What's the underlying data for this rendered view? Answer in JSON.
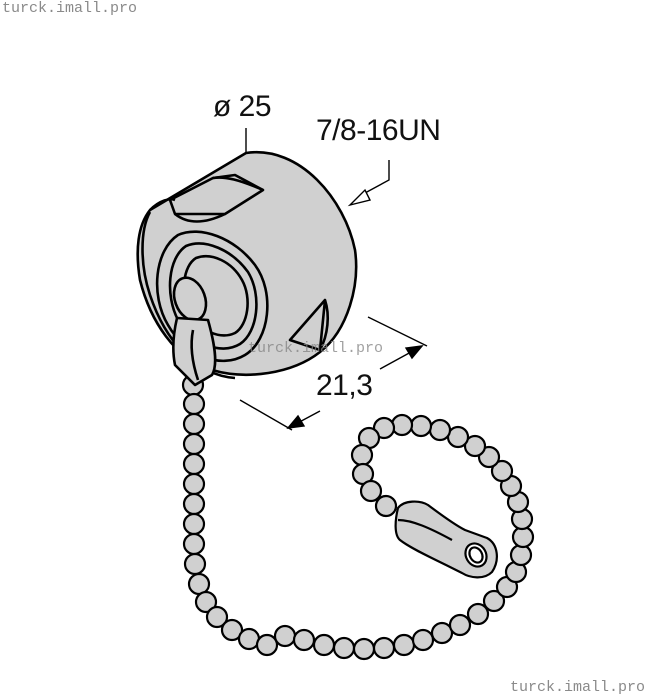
{
  "watermarks": {
    "top_left": "turck.imall.pro",
    "center": "turck.imall.pro",
    "bottom_right": "turck.imall.pro"
  },
  "drawing": {
    "subject": "protective cap with bead chain",
    "fill_color": "#d0d0d0",
    "stroke_color": "#000000",
    "dimensions": {
      "diameter": "ø 25",
      "thread": "7/8-16UN",
      "length": "21,3"
    }
  }
}
